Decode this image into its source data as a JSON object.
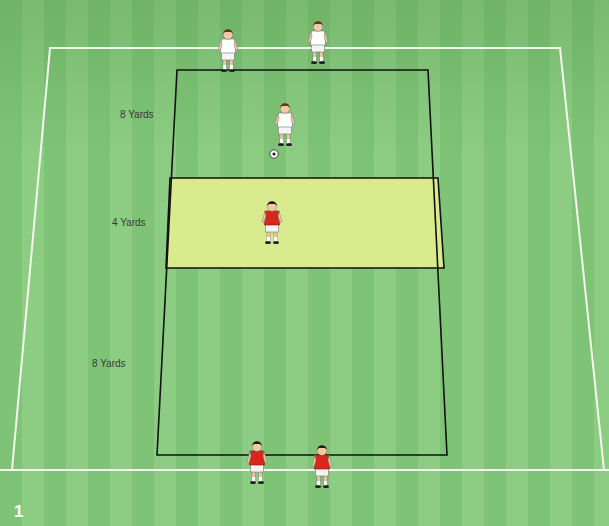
{
  "diagram": {
    "labels": [
      "8 Yards",
      "4 Yards",
      "8 Yards",
      "1"
    ]
  }
}
